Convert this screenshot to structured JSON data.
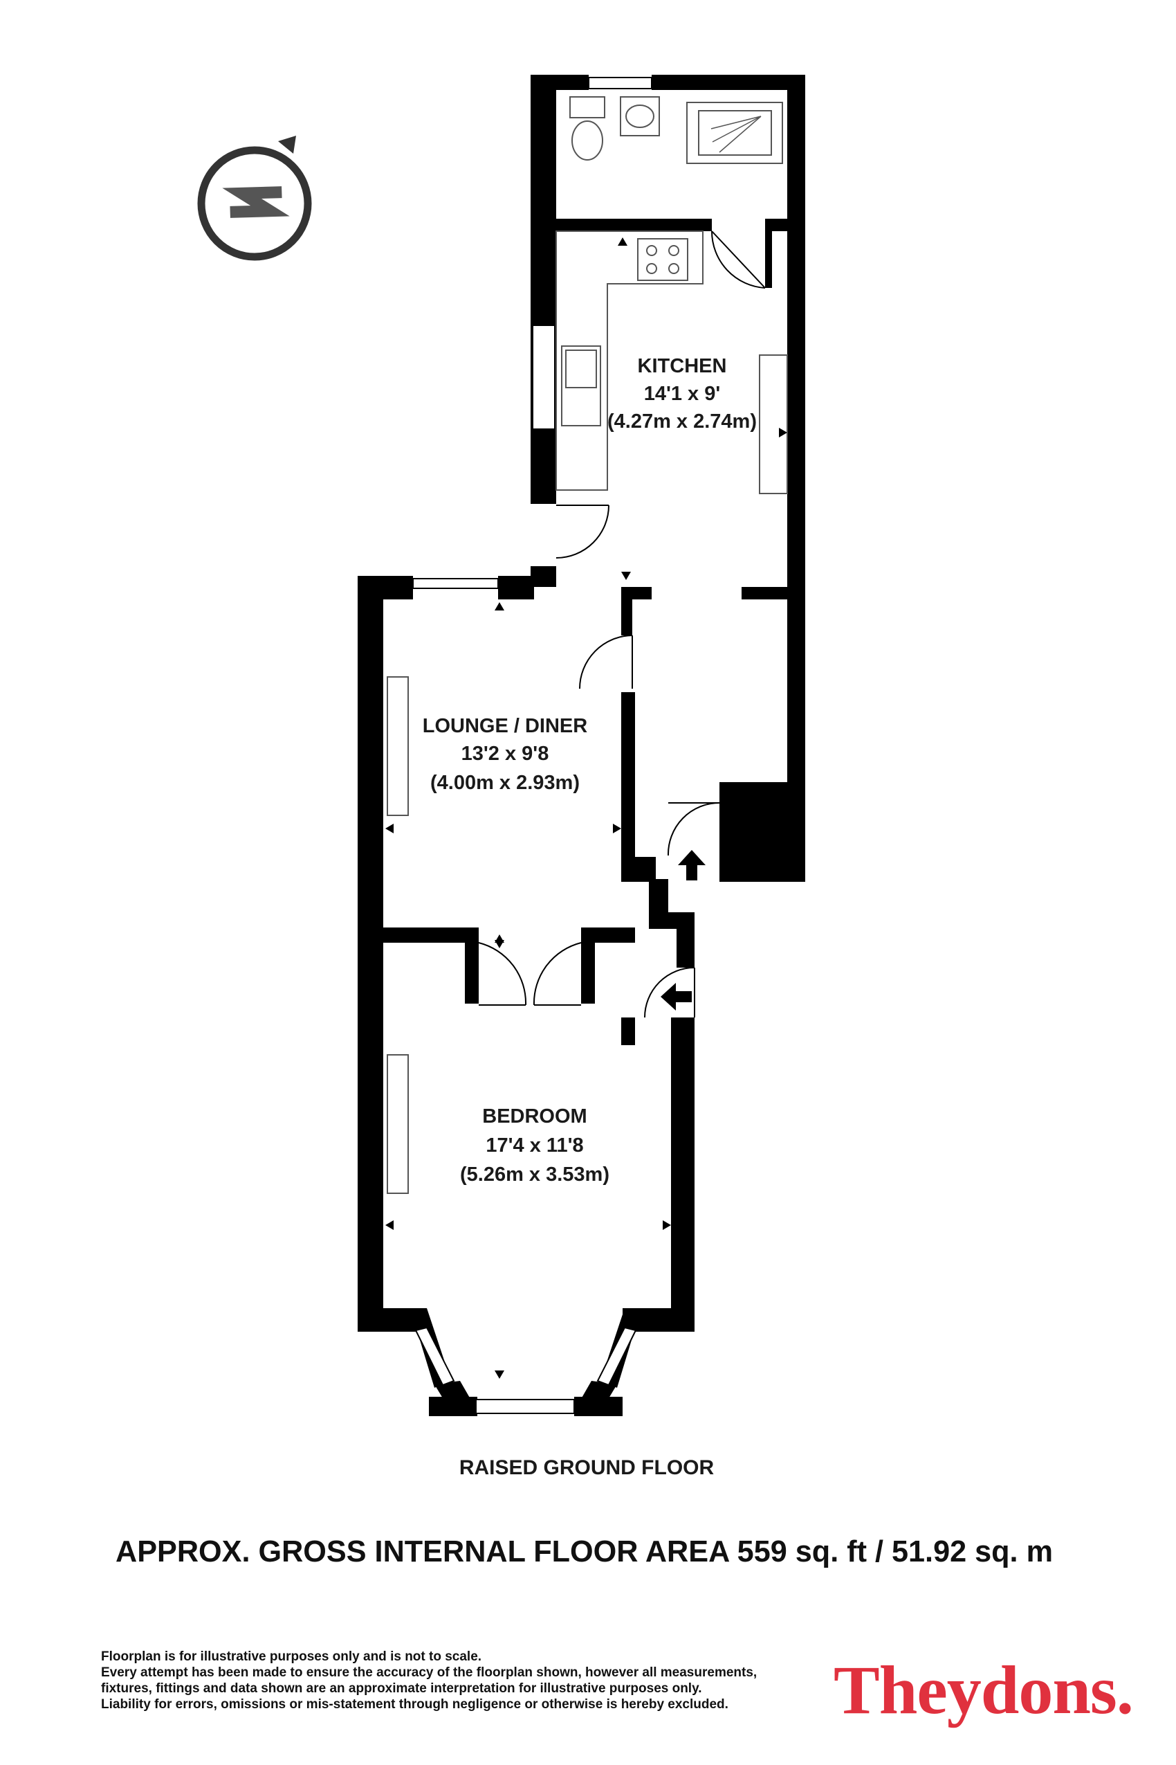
{
  "compass": {
    "icon": "north-arrow-icon"
  },
  "rooms": {
    "kitchen": {
      "name": "KITCHEN",
      "imperial": "14'1 x 9'",
      "metric": "(4.27m x 2.74m)"
    },
    "lounge": {
      "name": "LOUNGE / DINER",
      "imperial": "13'2 x 9'8",
      "metric": "(4.00m x 2.93m)"
    },
    "bedroom": {
      "name": "BEDROOM",
      "imperial": "17'4 x 11'8",
      "metric": "(5.26m x 3.53m)"
    }
  },
  "floor_label": "RAISED GROUND FLOOR",
  "area_text": "APPROX. GROSS INTERNAL FLOOR AREA 559 sq. ft / 51.92 sq. m",
  "disclaimer": [
    "Floorplan is for illustrative purposes only and is not to scale.",
    "Every attempt has been made to ensure the accuracy of the floorplan shown, however all measurements,",
    "fixtures, fittings and data shown are an approximate interpretation for illustrative purposes only.",
    "Liability for errors, omissions or mis-statement through negligence or otherwise is hereby excluded."
  ],
  "logo": "Theydons.",
  "colors": {
    "wall": "#000000",
    "brand": "#e0313e",
    "compass": "#333333",
    "fixture": "#555555"
  }
}
